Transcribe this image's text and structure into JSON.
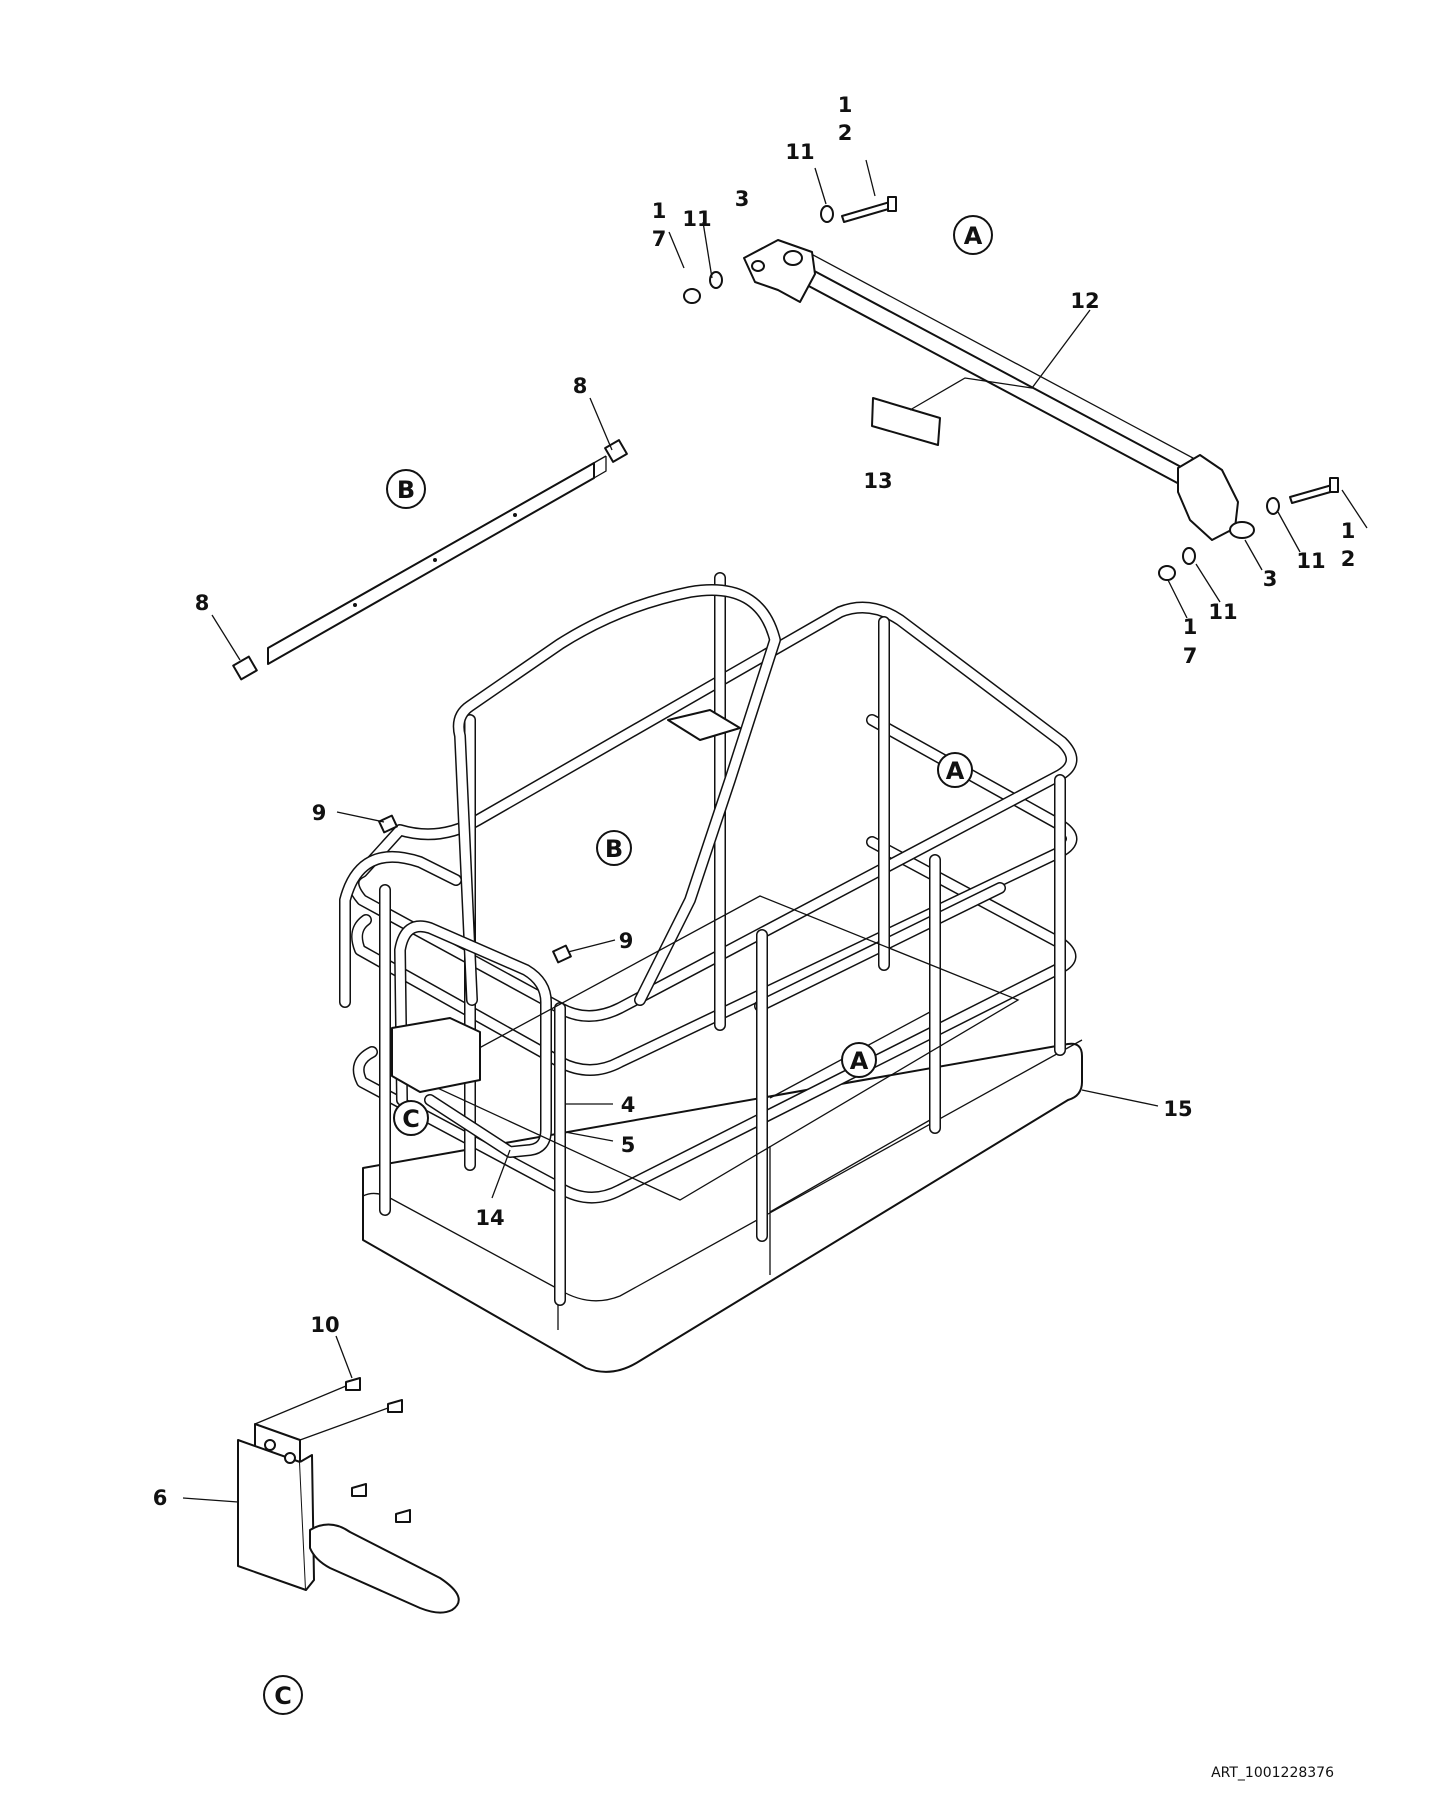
{
  "drawing_id": "ART_1001228376",
  "callouts": [
    {
      "id": "c-1a",
      "text": "1"
    },
    {
      "id": "c-2a",
      "text": "2"
    },
    {
      "id": "c-11a",
      "text": "11"
    },
    {
      "id": "c-1b",
      "text": "1"
    },
    {
      "id": "c-7a",
      "text": "7"
    },
    {
      "id": "c-11b",
      "text": "11"
    },
    {
      "id": "c-3a",
      "text": "3"
    },
    {
      "id": "c-12",
      "text": "12"
    },
    {
      "id": "c-13",
      "text": "13"
    },
    {
      "id": "c-1c",
      "text": "1"
    },
    {
      "id": "c-2b",
      "text": "2"
    },
    {
      "id": "c-11c",
      "text": "11"
    },
    {
      "id": "c-3b",
      "text": "3"
    },
    {
      "id": "c-11d",
      "text": "11"
    },
    {
      "id": "c-1d",
      "text": "1"
    },
    {
      "id": "c-7b",
      "text": "7"
    },
    {
      "id": "c-8a",
      "text": "8"
    },
    {
      "id": "c-8b",
      "text": "8"
    },
    {
      "id": "c-9a",
      "text": "9"
    },
    {
      "id": "c-9b",
      "text": "9"
    },
    {
      "id": "c-4",
      "text": "4"
    },
    {
      "id": "c-5",
      "text": "5"
    },
    {
      "id": "c-14",
      "text": "14"
    },
    {
      "id": "c-15",
      "text": "15"
    },
    {
      "id": "c-10",
      "text": "10"
    },
    {
      "id": "c-6",
      "text": "6"
    }
  ],
  "detail_labels": [
    {
      "id": "d-A1",
      "text": "A"
    },
    {
      "id": "d-B1",
      "text": "B"
    },
    {
      "id": "d-A2",
      "text": "A"
    },
    {
      "id": "d-B2",
      "text": "B"
    },
    {
      "id": "d-A3",
      "text": "A"
    },
    {
      "id": "d-C1",
      "text": "C"
    },
    {
      "id": "d-C2",
      "text": "C"
    }
  ]
}
